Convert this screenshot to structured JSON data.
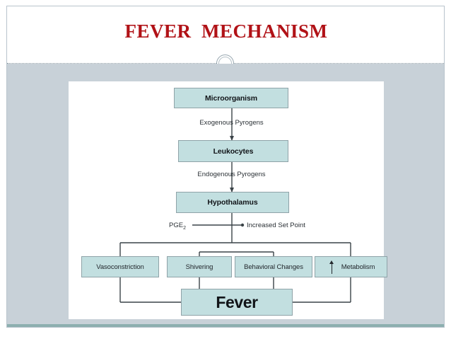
{
  "slide": {
    "title": "FEVER  MECHANISM",
    "title_color": "#b11217",
    "body_color": "#c8d1d8",
    "footer_color": "#8dafaf",
    "panel_color": "#ffffff"
  },
  "diagram": {
    "type": "flowchart",
    "box_fill": "#c2dfe0",
    "box_border": "#8fa3a8",
    "nodes": [
      {
        "id": "microorganism",
        "label": "Microorganism"
      },
      {
        "id": "leukocytes",
        "label": "Leukocytes"
      },
      {
        "id": "hypothalamus",
        "label": "Hypothalamus"
      },
      {
        "id": "vasoconstriction",
        "label": "Vasoconstriction"
      },
      {
        "id": "shivering",
        "label": "Shivering"
      },
      {
        "id": "behavioral",
        "label": "Behavioral Changes"
      },
      {
        "id": "metabolism",
        "label": "Metabolism",
        "prefix_icon": "up-arrow-icon"
      },
      {
        "id": "fever",
        "label": "Fever"
      }
    ],
    "edge_labels": {
      "exogenous": "Exogenous Pyrogens",
      "endogenous": "Endogenous Pyrogens",
      "pge2": "PGE",
      "pge2_sub": "2",
      "set_point": "Increased Set Point"
    }
  }
}
